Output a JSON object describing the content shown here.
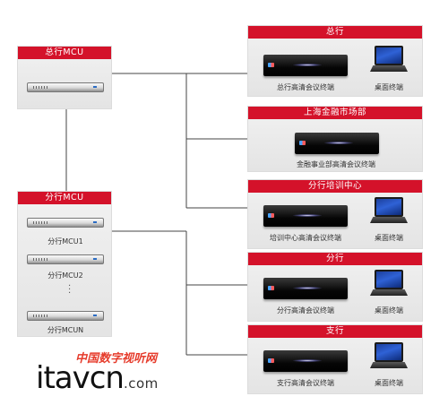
{
  "main_mcu": {
    "title": "总行MCU"
  },
  "branch_mcu": {
    "title": "分行MCU",
    "units": [
      "分行MCU1",
      "分行MCU2",
      "分行MCUN"
    ]
  },
  "sites": [
    {
      "title": "总行",
      "terminals": [
        "总行高清会议终端",
        "桌面终端"
      ]
    },
    {
      "title": "上海金融市场部",
      "terminals": [
        "金融事业部高清会议终端"
      ]
    },
    {
      "title": "分行培训中心",
      "terminals": [
        "培训中心高清会议终端",
        "桌面终端"
      ]
    },
    {
      "title": "分行",
      "terminals": [
        "分行高清会议终端",
        "桌面终端"
      ]
    },
    {
      "title": "支行",
      "terminals": [
        "支行高清会议终端",
        "桌面终端"
      ]
    }
  ],
  "watermark": {
    "cn": "中国数字视听网",
    "brand": "itavcn",
    "domain": ".com"
  },
  "colors": {
    "header_red": "#d4122a",
    "line": "#444444",
    "panel": "#e8e8e8"
  }
}
